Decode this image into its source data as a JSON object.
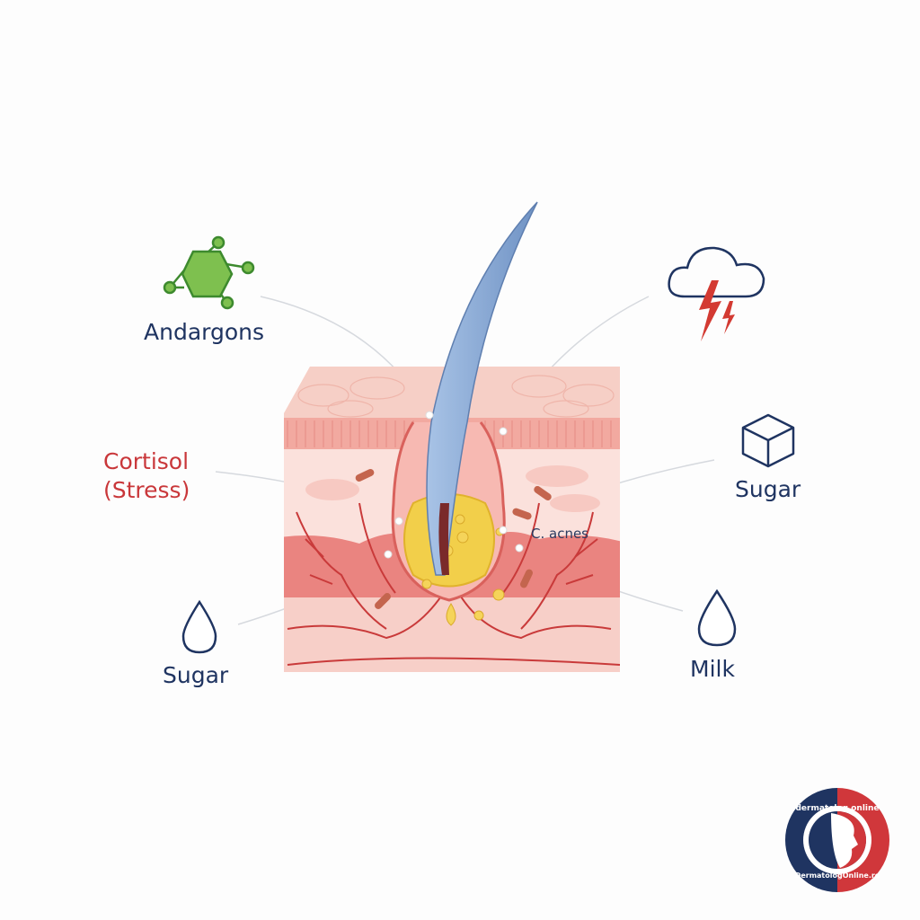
{
  "labels": {
    "androgens": "Andargons",
    "cortisol_line1": "Cortisol",
    "cortisol_line2": "(Stress)",
    "sugar_left": "Sugar",
    "sugar_right": "Sugar",
    "milk": "Milk",
    "bacteria": "C. acnes"
  },
  "icons": {
    "androgens": "molecule-icon",
    "stress": "storm-cloud-icon",
    "sugar_right": "sugar-cube-icon",
    "sugar_left": "droplet-icon",
    "milk": "droplet-icon"
  },
  "logo": {
    "top_text": "dermatolog online",
    "bottom_text": "DermatologOnline.ro"
  },
  "colors": {
    "navy": "#1f3461",
    "red": "#c9373a",
    "green": "#5aa33a",
    "hair": "#8fb0d8",
    "sebum": "#f2cf4a"
  }
}
